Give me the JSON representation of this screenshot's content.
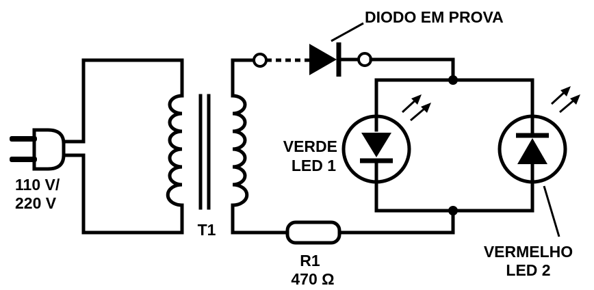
{
  "labels": {
    "diode_under_test": "DIODO EM PROVA",
    "green_line1": "VERDE",
    "green_line2": "LED 1",
    "red_line1": "VERMELHO",
    "red_line2": "LED 2",
    "supply_line1": "110 V/",
    "supply_line2": "220 V",
    "transformer": "T1",
    "resistor_name": "R1",
    "resistor_value": "470 Ω"
  },
  "colors": {
    "ink": "#000000",
    "background": "#ffffff"
  }
}
